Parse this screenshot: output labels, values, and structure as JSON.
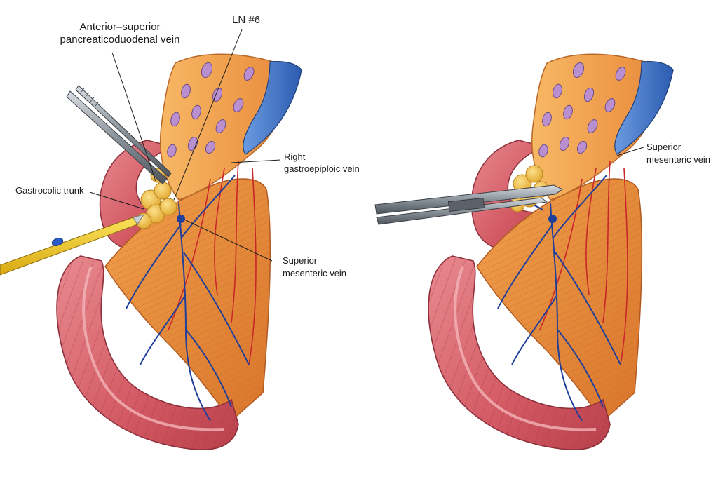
{
  "labels": {
    "anterior_superior_line1": "Anterior–superior",
    "anterior_superior_line2": "pancreaticoduodenal vein",
    "ln6": "LN #6",
    "right_gastroepiploic_line1": "Right",
    "right_gastroepiploic_line2": "gastroepiploic vein",
    "gastrocolic_trunk": "Gastrocolic trunk",
    "smv_left_line1": "Superior",
    "smv_left_line2": "mesenteric vein",
    "smv_right_line1": "Superior",
    "smv_right_line2": "mesenteric vein"
  },
  "colors": {
    "colon": "#d9646d",
    "mesentery": "#e58a3a",
    "pancreas": "#f0a24a",
    "lymph_node": "#f2c64e",
    "vein": "#1f3f9a",
    "artery": "#c8262a",
    "vessel_band": "#4a7fd0",
    "instrument": "#8f969c",
    "electrocautery": "#f2cc20"
  }
}
